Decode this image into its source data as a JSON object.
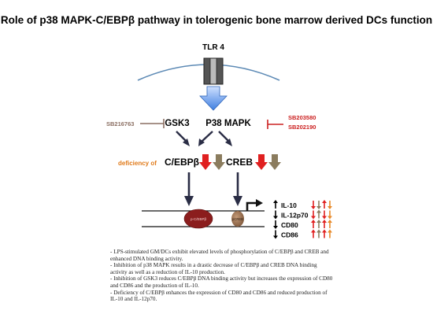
{
  "title": "Role of p38 MAPK-C/EBPβ pathway in tolerogenic bone marrow derived DCs function",
  "receptor": {
    "label": "TLR 4"
  },
  "kinases": {
    "gsk3": "GSK3",
    "p38": "P38 MAPK"
  },
  "inhibitors": {
    "gsk3_inhibitor": "SB216763",
    "p38_inhibitor_1": "SB203580",
    "p38_inhibitor_2": "SB202190"
  },
  "transcription_factors": {
    "cebpb": "C/EBPβ",
    "creb": "CREB",
    "deficiency_label": "deficiency of"
  },
  "dna_labels": {
    "cebpb_site": "p-C/EBPβ",
    "creb_site": "pCREB"
  },
  "outputs": [
    "IL-10",
    "IL-12p70",
    "CD80",
    "CD86"
  ],
  "output_direction": [
    "up",
    "down",
    "down",
    "down"
  ],
  "colors": {
    "red": "#e02020",
    "brown": "#8b7c5e",
    "orange": "#e88a2a",
    "navy": "#2a2d45",
    "blue": "#4a86e8",
    "inhibitor_brown": "#8a6e62",
    "inhibitor_red": "#cc2222",
    "deficiency_orange": "#e07a1a",
    "dna_red": "#8b1d1d",
    "creb_brown": "#9a7050"
  },
  "notes": [
    "- LPS-stimulated GM/DCs exhibit elevated levels of phosphorylation of C/EBPβ and CREB and enhanced DNA binding activity.",
    "- Inhibition of p38 MAPK results in a drastic decrease of C/EBPβ and CREB DNA binding activity as well as a reduction of IL-10 production.",
    "- Inhibition of GSK3 reduces C/EBPβ DNA binding activity but increases the expression of CD80 and CD86 and the production of IL-10.",
    "- Deficiency of C/EBPβ enhances the expression of CD80 and CD86 and reduced production of IL-10 and IL-12p70."
  ]
}
